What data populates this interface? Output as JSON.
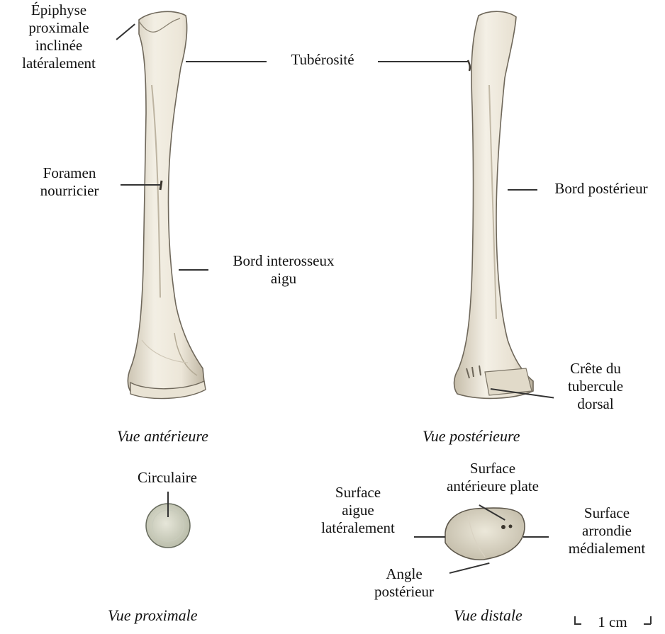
{
  "labels": {
    "epiphyse": [
      "Épiphyse",
      "proximale",
      "inclinée",
      "latéralement"
    ],
    "tuberosite": "Tubérosité",
    "foramen": [
      "Foramen",
      "nourricier"
    ],
    "bord_interosseux": [
      "Bord interosseux",
      "aigu"
    ],
    "bord_posterieur": "Bord postérieur",
    "crete": [
      "Crête du",
      "tubercule",
      "dorsal"
    ],
    "circulaire": "Circulaire",
    "surface_anterieure": [
      "Surface",
      "antérieure plate"
    ],
    "surface_aigue": [
      "Surface",
      "aigue",
      "latéralement"
    ],
    "surface_arrondie": [
      "Surface",
      "arrondie",
      "médialement"
    ],
    "angle_posterieur": [
      "Angle",
      "postérieur"
    ]
  },
  "captions": {
    "anterior": "Vue antérieure",
    "posterior": "Vue postérieure",
    "proximal": "Vue proximale",
    "distal": "Vue distale"
  },
  "scale_bar": {
    "label": "1 cm"
  },
  "colors": {
    "bone_fill": "#f1ede2",
    "bone_stroke": "#7a7366",
    "shade": "#cfc7b6",
    "line": "#333333"
  }
}
